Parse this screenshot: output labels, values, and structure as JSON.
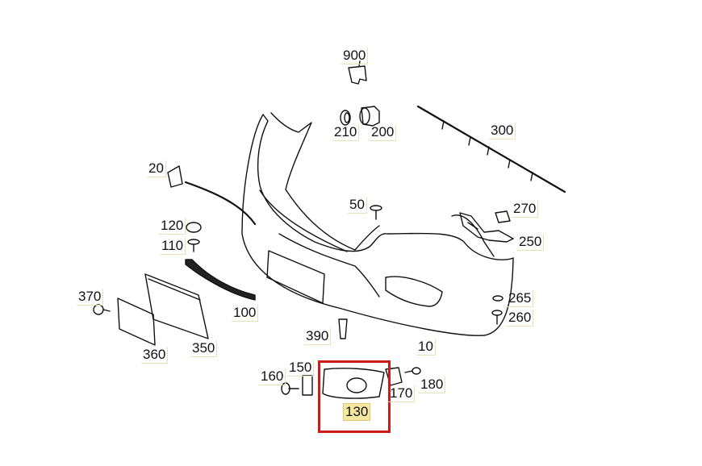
{
  "diagram": {
    "highlight_color": "#cc1b1b",
    "highlight_label_bg": "#f7e7a0",
    "selected_part": "130",
    "callouts": [
      {
        "id": "900",
        "label": "900"
      },
      {
        "id": "210",
        "label": "210"
      },
      {
        "id": "200",
        "label": "200"
      },
      {
        "id": "300",
        "label": "300"
      },
      {
        "id": "20",
        "label": "20"
      },
      {
        "id": "50",
        "label": "50"
      },
      {
        "id": "270",
        "label": "270"
      },
      {
        "id": "250",
        "label": "250"
      },
      {
        "id": "120",
        "label": "120"
      },
      {
        "id": "110",
        "label": "110"
      },
      {
        "id": "370",
        "label": "370"
      },
      {
        "id": "100",
        "label": "100"
      },
      {
        "id": "265",
        "label": "265"
      },
      {
        "id": "260",
        "label": "260"
      },
      {
        "id": "390",
        "label": "390"
      },
      {
        "id": "360",
        "label": "360"
      },
      {
        "id": "350",
        "label": "350"
      },
      {
        "id": "10",
        "label": "10"
      },
      {
        "id": "160",
        "label": "160"
      },
      {
        "id": "150",
        "label": "150"
      },
      {
        "id": "170",
        "label": "170"
      },
      {
        "id": "180",
        "label": "180"
      },
      {
        "id": "130",
        "label": "130"
      }
    ]
  }
}
